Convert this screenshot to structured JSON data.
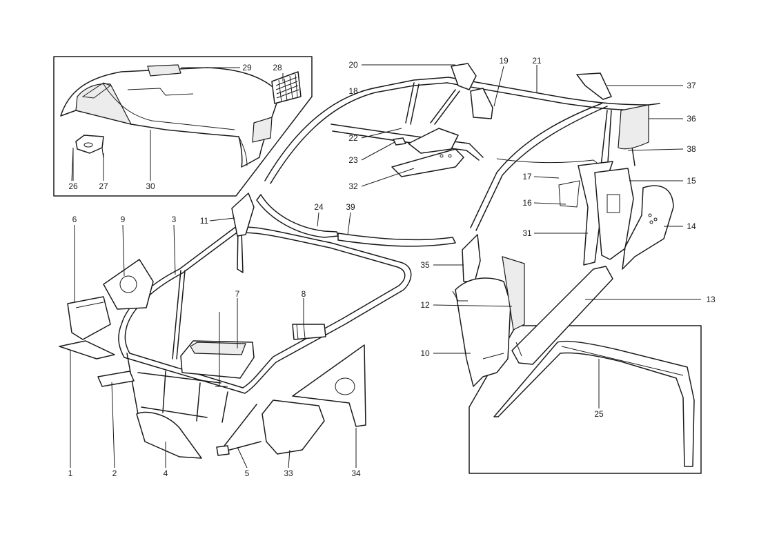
{
  "callouts": [
    "1",
    "2",
    "3",
    "4",
    "5",
    "6",
    "7",
    "8",
    "9",
    "10",
    "11",
    "12",
    "13",
    "14",
    "15",
    "16",
    "17",
    "18",
    "19",
    "20",
    "21",
    "22",
    "23",
    "24",
    "25",
    "26",
    "27",
    "28",
    "29",
    "30",
    "31",
    "32",
    "33",
    "34",
    "35",
    "36",
    "37",
    "38",
    "39"
  ],
  "colors": {
    "ink": "#1a1a1a",
    "paper": "#ffffff",
    "shade": "#ececec"
  }
}
